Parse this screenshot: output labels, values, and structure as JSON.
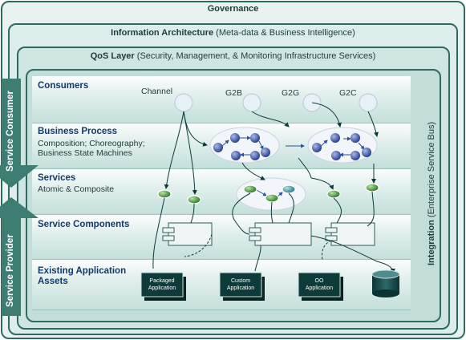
{
  "layers": {
    "governance": "Governance",
    "information_architecture": {
      "title": "Information Architecture",
      "detail": "(Meta-data & Business Intelligence)"
    },
    "qos": {
      "title": "QoS Layer",
      "detail": "(Security, Management, & Monitoring Infrastructure Services)"
    },
    "integration": {
      "title": "Integration",
      "detail": "(Enterprise Service Bus)"
    }
  },
  "side_labels": {
    "consumer": "Service Consumer",
    "provider": "Service Provider"
  },
  "stack": {
    "consumers": {
      "title": "Consumers"
    },
    "business_process": {
      "title": "Business Process",
      "subtitle_1": "Composition; Choreography;",
      "subtitle_2": "Business State Machines"
    },
    "services": {
      "title": "Services",
      "subtitle": "Atomic & Composite"
    },
    "service_components": {
      "title": "Service Components"
    },
    "existing_assets": {
      "title_1": "Existing Application",
      "title_2": "Assets"
    }
  },
  "channels": [
    "Channel",
    "G2B",
    "G2G",
    "G2C"
  ],
  "applications": {
    "packaged": [
      "Packaged",
      "Application"
    ],
    "custom": [
      "Custom",
      "Application"
    ],
    "oo": [
      "OO",
      "Application"
    ]
  },
  "colors": {
    "frame": "#2e6a62",
    "title": "#123a68",
    "side_arrow": "#3d7d72",
    "node": "#2f4f9e",
    "service_node": "#3e8a2f"
  }
}
